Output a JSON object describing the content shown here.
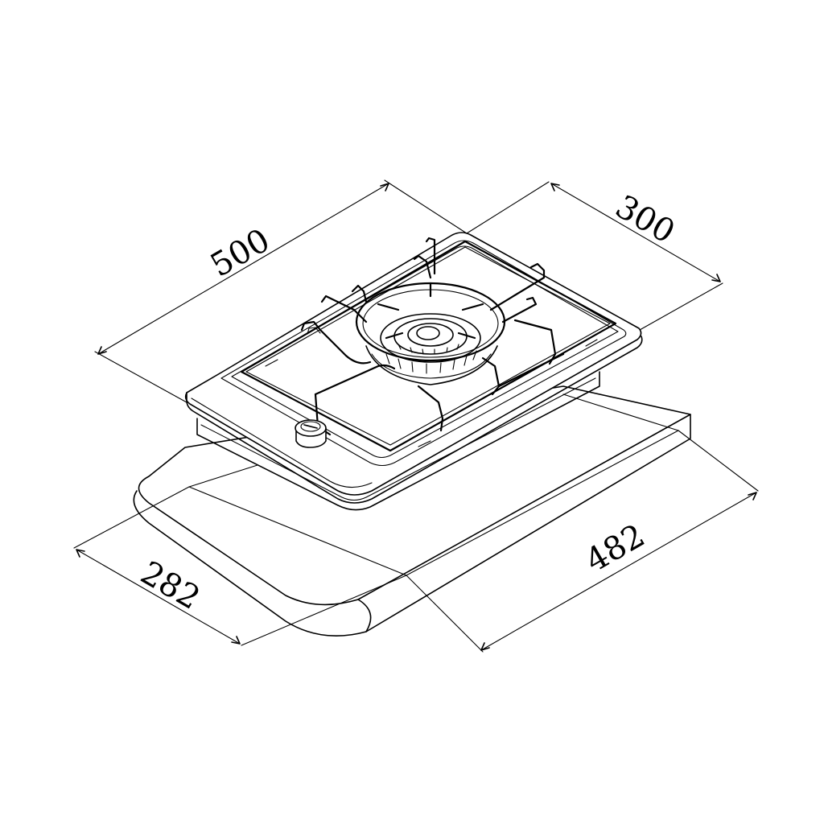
{
  "diagram": {
    "dimensions": {
      "hob_width": "500",
      "hob_depth": "300",
      "cutout_width": "482",
      "cutout_depth": "282"
    }
  }
}
